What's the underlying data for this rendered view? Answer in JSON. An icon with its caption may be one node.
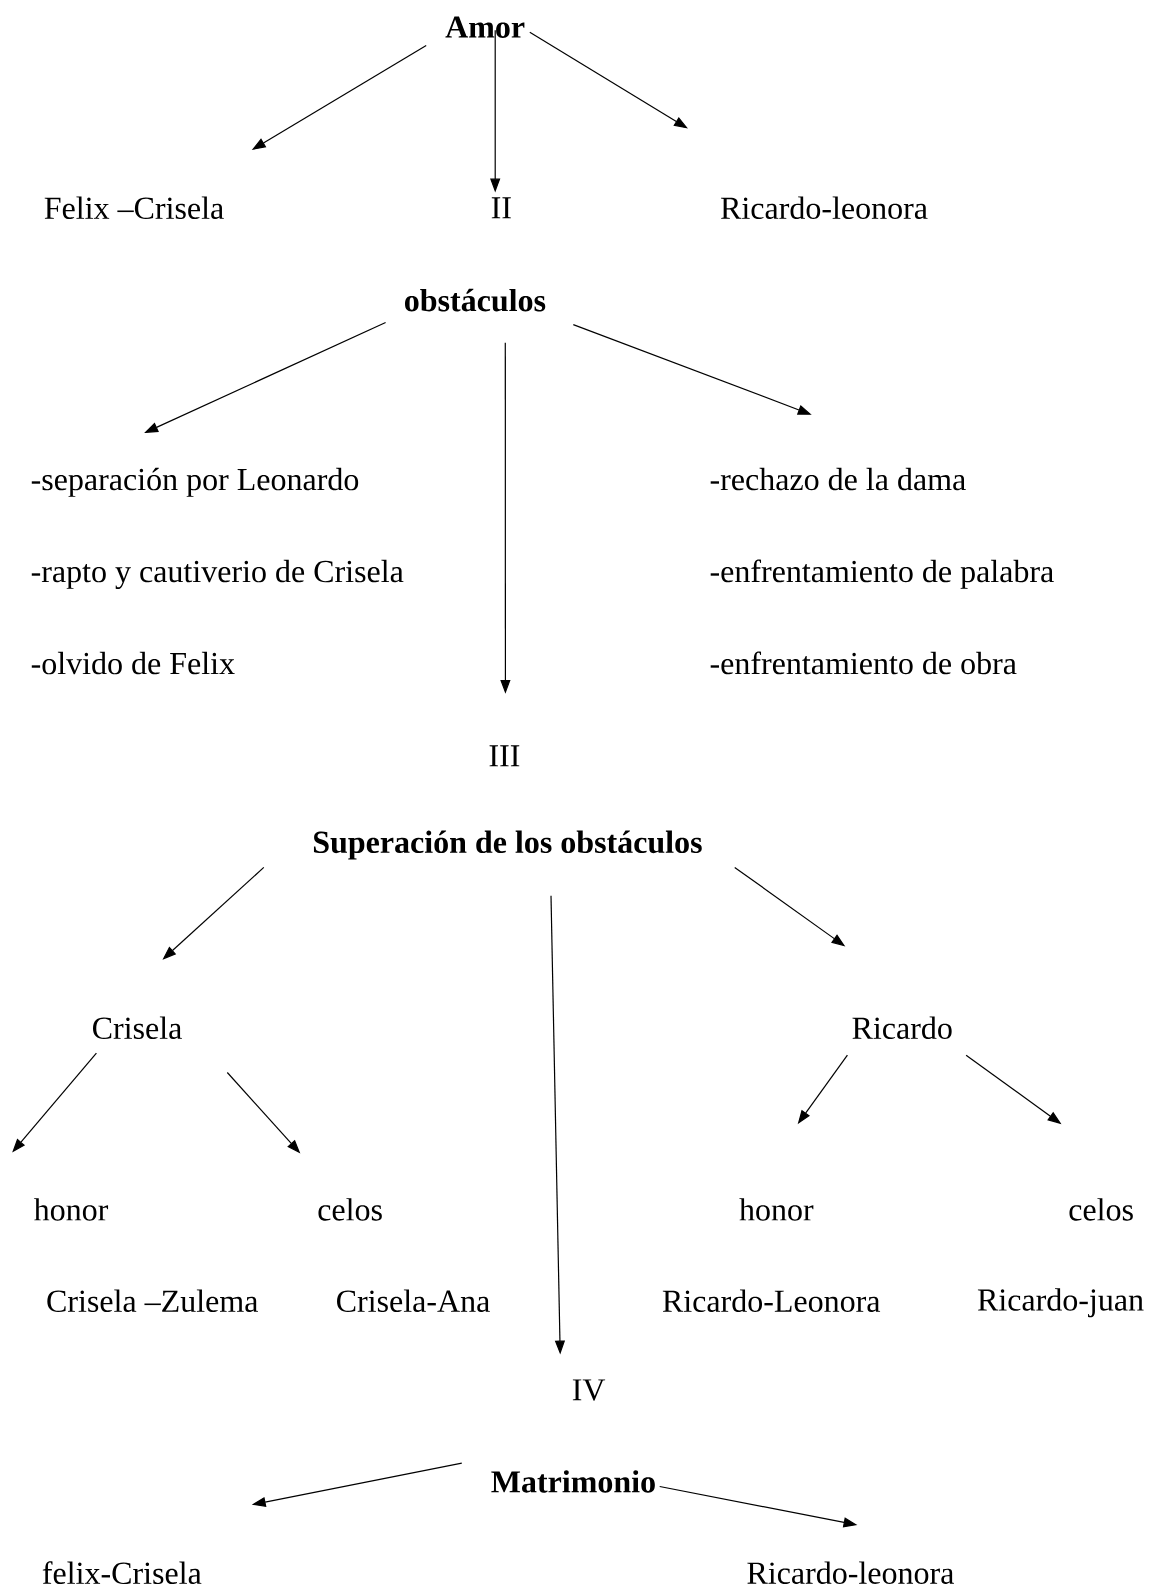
{
  "diagram": {
    "nodes": [
      {
        "text": [
          "**Amor**"
        ]
      },
      {
        "text": [
          "Felix –Crisela"
        ]
      },
      {
        "text": [
          "II"
        ]
      },
      {
        "text": [
          "Ricardo-leonora"
        ]
      },
      {
        "text": [
          "**obstáculos**"
        ]
      },
      {
        "text": [
          "-separación por Leonardo",
          "-rapto y cautiverio de Crisela",
          "-olvido de Felix"
        ]
      },
      {
        "text": [
          "-rechazo de la dama",
          "-enfrentamiento de palabra",
          "-enfrentamiento de obra"
        ]
      },
      {
        "text": [
          "III"
        ]
      },
      {
        "text": [
          "**Superación de los obstáculos**"
        ]
      },
      {
        "text": [
          "Crisela"
        ]
      },
      {
        "text": [
          "Ricardo"
        ]
      },
      {
        "text": [
          "honor"
        ]
      },
      {
        "text": [
          "celos"
        ]
      },
      {
        "text": [
          "honor"
        ]
      },
      {
        "text": [
          "celos"
        ]
      },
      {
        "text": [
          "IV"
        ]
      },
      {
        "text": [
          "**Matrimonio**"
        ]
      },
      {
        "text": [
          "felix-Crisela"
        ]
      },
      {
        "text": [
          "Ricardo-leonora"
        ]
      }
    ],
    "edges": [
      {
        "from": 0,
        "to": 1,
        "arrow": "to"
      },
      {
        "from": 0,
        "to": 2,
        "arrow": "to"
      },
      {
        "from": 0,
        "to": 3,
        "arrow": "to"
      },
      {
        "from": 4,
        "to": 5,
        "arrow": "to"
      },
      {
        "from": 4,
        "to": 7,
        "arrow": "to"
      },
      {
        "from": 4,
        "to": 6,
        "arrow": "to"
      },
      {
        "from": 8,
        "to": 9,
        "arrow": "to"
      },
      {
        "from": 8,
        "to": 15,
        "arrow": "to"
      },
      {
        "from": 8,
        "to": 10,
        "arrow": "to"
      },
      {
        "from": 9,
        "to": 11,
        "arrow": "to"
      },
      {
        "from": 9,
        "to": 12,
        "arrow": "to"
      },
      {
        "from": 10,
        "to": 13,
        "arrow": "to"
      },
      {
        "from": 10,
        "to": 14,
        "arrow": "to"
      },
      {
        "from": 16,
        "to": 17,
        "arrow": "to"
      },
      {
        "from": 16,
        "to": 18,
        "arrow": "to"
      }
    ],
    "labels": [
      "Crisela –Zulema",
      "Crisela-Ana",
      "Ricardo-Leonora",
      "Ricardo-juan"
    ]
  }
}
